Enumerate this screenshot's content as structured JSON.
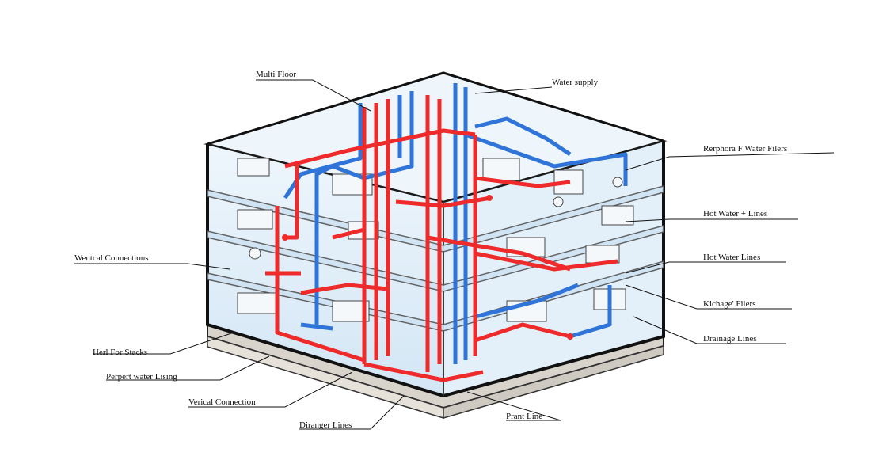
{
  "colors": {
    "hot": "#ee2a2a",
    "cold": "#2f74d8",
    "glass": "#dfeefa",
    "outline": "#1a1a1a",
    "foundation": "#d8d4cc"
  },
  "labels": [
    {
      "id": "multi-floor",
      "text": "Multi Floor"
    },
    {
      "id": "water-supply",
      "text": "Water supply"
    },
    {
      "id": "fixture-water-filters",
      "text": "Rerphora F Water Filers"
    },
    {
      "id": "hot-water-lines-1",
      "text": "Hot Water + Lines"
    },
    {
      "id": "hot-water-lines-2",
      "text": "Hot Water Lines"
    },
    {
      "id": "kitchen-filters",
      "text": "Kichage' Filers"
    },
    {
      "id": "drainage-lines-right",
      "text": "Drainage Lines"
    },
    {
      "id": "vertical-connections",
      "text": "Wentcal Connections"
    },
    {
      "id": "head-for-stacks",
      "text": "Herl For Stacks"
    },
    {
      "id": "perpert-water-lining",
      "text": "Perpert water Lising"
    },
    {
      "id": "vertical-connection",
      "text": "Verical Connection"
    },
    {
      "id": "drainage-lines-bottom",
      "text": "Diranger Lines"
    },
    {
      "id": "plant-line",
      "text": "Prant Line"
    }
  ]
}
